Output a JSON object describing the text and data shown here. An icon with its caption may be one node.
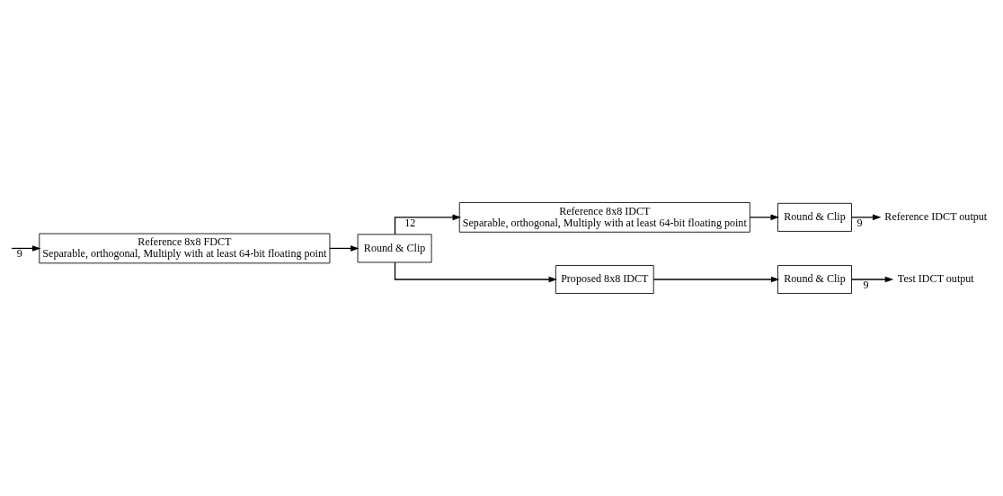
{
  "diagram": {
    "nodes": [
      {
        "text": [
          "Reference 8x8 FDCT",
          "Separable, orthogonal, Multiply with at least 64-bit floating point"
        ]
      },
      {
        "text": [
          "Round & Clip"
        ]
      },
      {
        "text": [
          "Reference 8x8 IDCT",
          "Separable, orthogonal, Multiply with at least 64-bit floating point"
        ]
      },
      {
        "text": [
          "Round & Clip"
        ]
      },
      {
        "text": [
          "Proposed 8x8 IDCT"
        ]
      },
      {
        "text": [
          "Round & Clip"
        ]
      },
      {
        "text": [
          "Reference IDCT output"
        ]
      },
      {
        "text": [
          "Test IDCT output"
        ]
      }
    ],
    "edges": [
      {
        "from": null,
        "to": 0,
        "arrow": "to",
        "label": "9"
      },
      {
        "from": 0,
        "to": 1,
        "arrow": "to"
      },
      {
        "from": 1,
        "to": 2,
        "arrow": "to",
        "label": "12"
      },
      {
        "from": 1,
        "to": 4,
        "arrow": "to"
      },
      {
        "from": 2,
        "to": 3,
        "arrow": "to"
      },
      {
        "from": 4,
        "to": 5,
        "arrow": "to"
      },
      {
        "from": 3,
        "to": 6,
        "arrow": "to",
        "label": "9"
      },
      {
        "from": 5,
        "to": 7,
        "arrow": "to",
        "label": "9"
      }
    ]
  }
}
